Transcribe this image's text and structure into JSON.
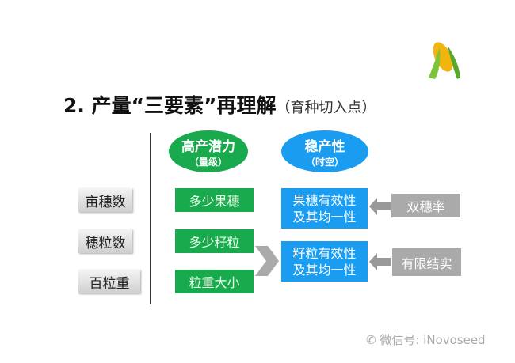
{
  "title": {
    "main": "2. 产量“三要素”再理解",
    "sub": "（育种切入点）"
  },
  "headers": {
    "potential": {
      "line1": "高产潜力",
      "line2": "（量级）"
    },
    "stability": {
      "line1": "稳产性",
      "line2": "（时空）"
    }
  },
  "factors": [
    "亩穗数",
    "穗粒数",
    "百粒重"
  ],
  "potential_items": [
    "多少果穗",
    "多少籽粒",
    "粒重大小"
  ],
  "stability_items": [
    {
      "line1": "果穗有效性",
      "line2": "及其均一性"
    },
    {
      "line1": "籽粒有效性",
      "line2": "及其均一性"
    }
  ],
  "influences": [
    "双穗率",
    "有限结实"
  ],
  "watermark": "微信号: iNovoseed",
  "colors": {
    "green": "#1aaa4e",
    "blue": "#1a9cf0",
    "gray": "#aaaaaa"
  }
}
